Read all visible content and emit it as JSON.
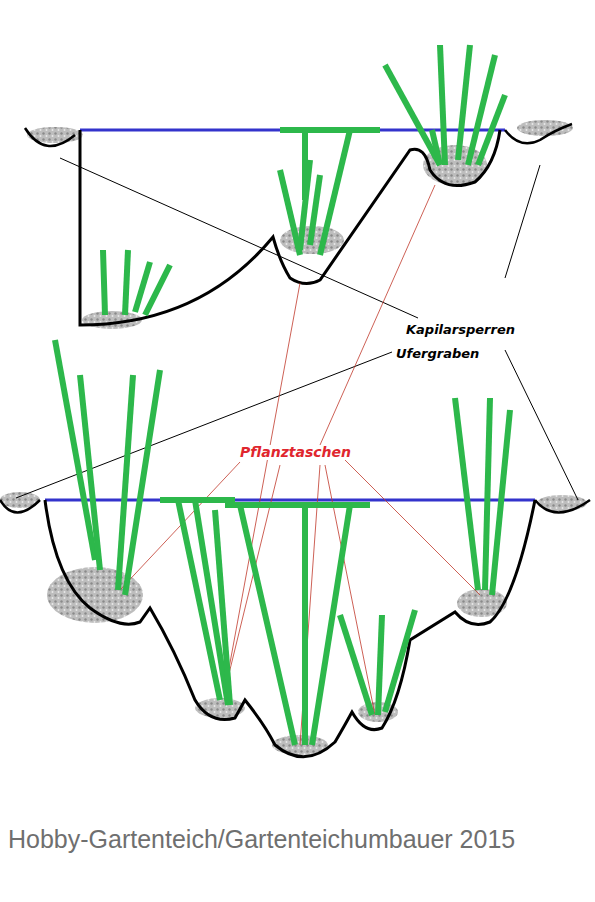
{
  "diagram": {
    "labels": [
      "Kapilarsperren",
      "Ufergraben",
      "Pflanztaschen",
      "Hobby-Gartenteich/Gartenteichumbauer 2015"
    ]
  }
}
